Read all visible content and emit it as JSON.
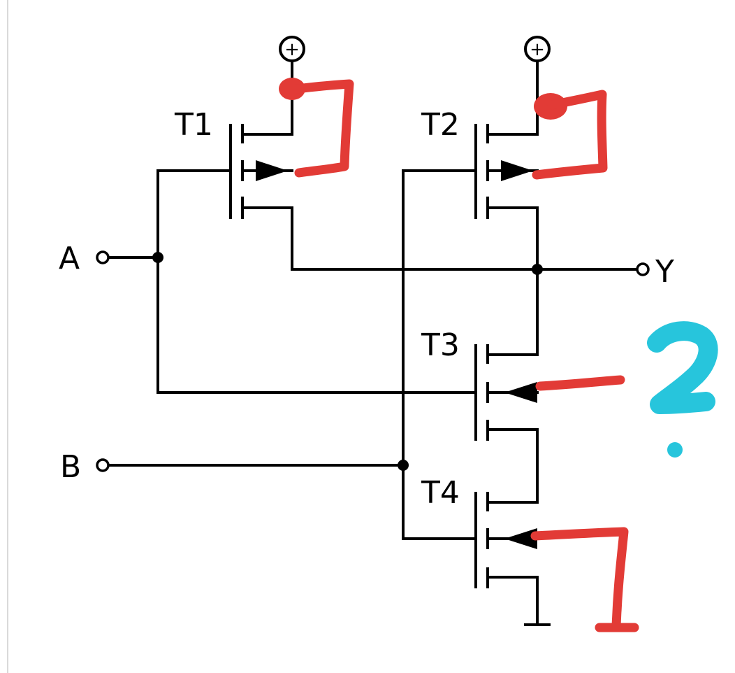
{
  "labels": {
    "input_a": "A",
    "input_b": "B",
    "output_y": "Y",
    "t1": "T1",
    "t2": "T2",
    "t3": "T3",
    "t4": "T4",
    "supply_symbol": "+"
  },
  "colors": {
    "wire": "#000000",
    "annotation_red": "#e23b36",
    "annotation_cyan": "#27c5dc",
    "background": "#ffffff"
  }
}
